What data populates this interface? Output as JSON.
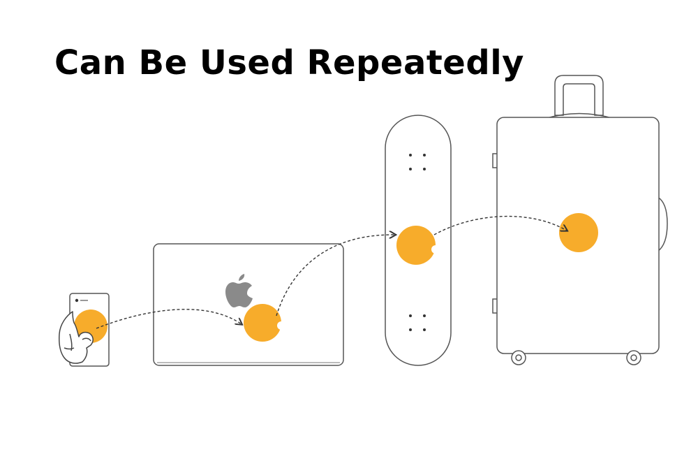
{
  "headline": "Can Be Used Repeatedly",
  "colors": {
    "sticker": "#F7AC2B",
    "outline": "#555555",
    "logo": "#8A8A8A",
    "path": "#333333",
    "background": "#FFFFFF"
  },
  "objects": [
    {
      "id": "phone",
      "icon": "smartphone-icon"
    },
    {
      "id": "laptop",
      "icon": "laptop-icon"
    },
    {
      "id": "skateboard",
      "icon": "skateboard-icon"
    },
    {
      "id": "suitcase",
      "icon": "suitcase-icon"
    }
  ],
  "extra_icons": [
    "hand-icon",
    "apple-logo-icon",
    "dashed-path-arrow"
  ]
}
